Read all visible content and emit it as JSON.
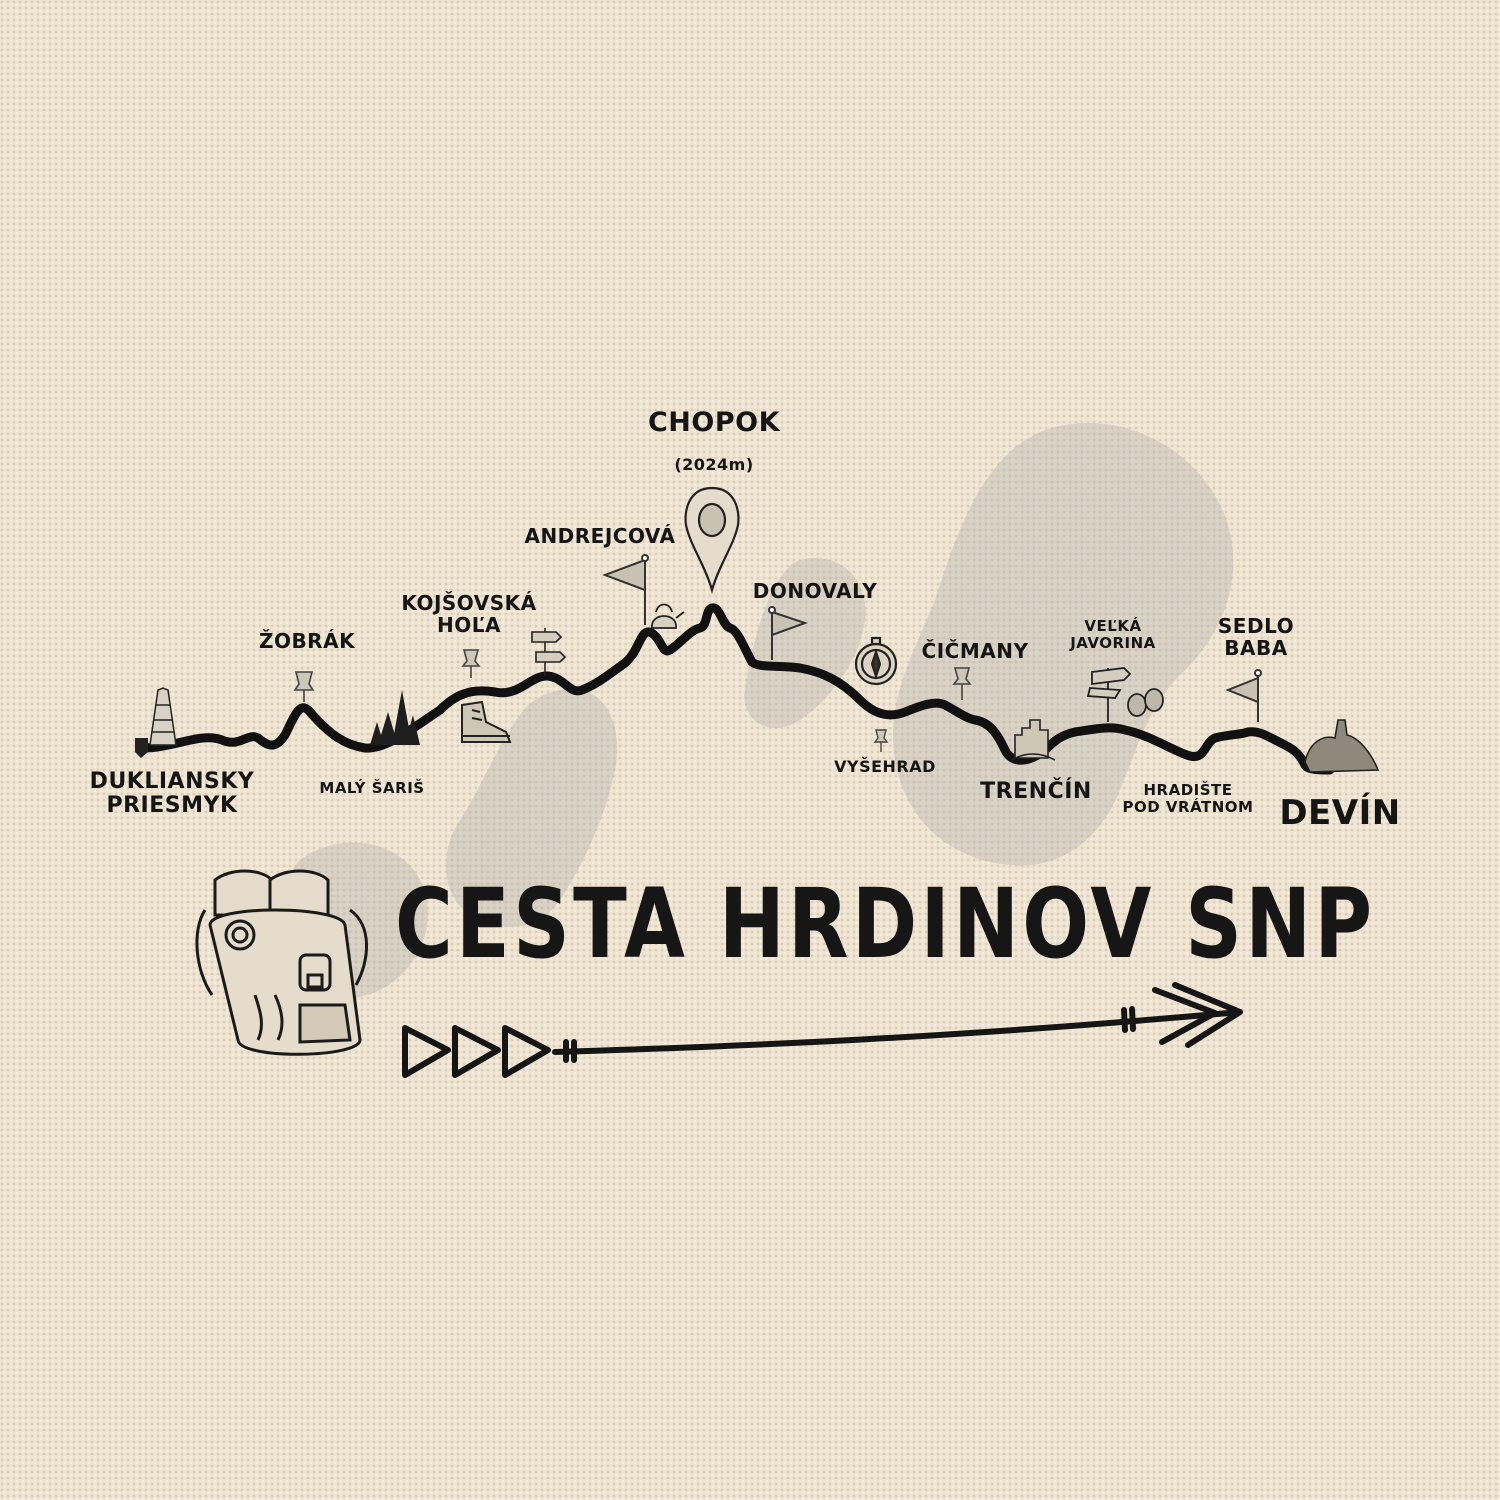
{
  "title": "CESTA HRDINOV SNP",
  "peak": {
    "name": "CHOPOK",
    "elevation": "(2024m)"
  },
  "places": {
    "start": [
      "DUKLIANSKY",
      "PRIESMYK"
    ],
    "zobrak": "ŽOBRÁK",
    "maly_saris": "MALÝ ŠARIŠ",
    "kojsovska": [
      "KOJŠOVSKÁ",
      "HOĽA"
    ],
    "andrejcova": "ANDREJCOVÁ",
    "donovaly": "DONOVALY",
    "vysehrad": "VYŠEHRAD",
    "cicmany": "ČIČMANY",
    "trencin": "TRENČÍN",
    "velka_javorina": [
      "VEĽKÁ",
      "JAVORINA"
    ],
    "hradiste": [
      "HRADIŠTE",
      "POD VRÁTNOM"
    ],
    "sedlo_baba": [
      "SEDLO",
      "BABA"
    ],
    "end": "DEVÍN"
  },
  "colors": {
    "background": "#efe4d1",
    "ink": "#151515",
    "watermark": "#a8a8a4"
  },
  "icons": [
    "monument-icon",
    "lion-emblem-icon",
    "pushpin-icon",
    "pine-trees-icon",
    "hiking-boot-icon",
    "signpost-icon",
    "flag-icon",
    "kettle-icon",
    "location-pin-icon",
    "compass-icon",
    "castle-icon",
    "binoculars-icon",
    "backpack-icon",
    "arrow-icon",
    "boot-print-watermark-icon"
  ]
}
